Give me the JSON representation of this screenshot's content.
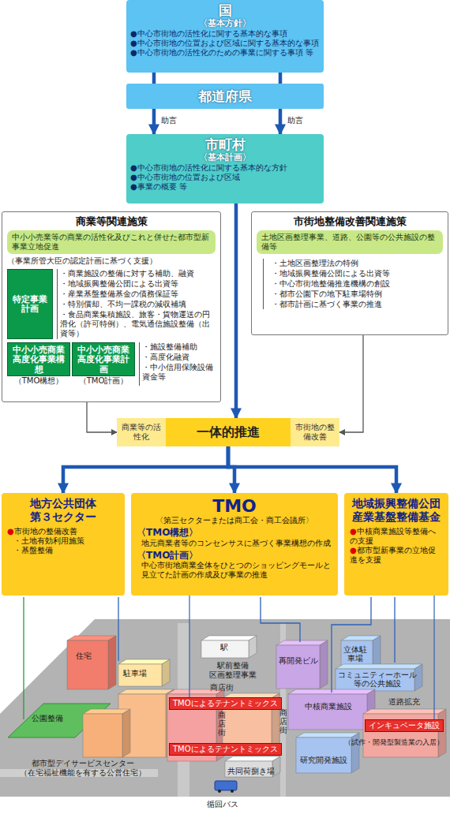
{
  "diagram": {
    "nodes": [
      {
        "text": [
          "国",
          "〈基本方針〉",
          "●中心市街地の活性化に関する基本的な事項",
          "●中心市街地の位置および区域に関する基本的な事項",
          "●中心市街地の活性化のための事業に関する事項 等"
        ]
      },
      {
        "text": [
          "都道府県"
        ]
      },
      {
        "text": [
          "市町村",
          "〈基本計画〉",
          "●中心市街地の活性化に関する基本的な方針",
          "●中心市街地の位置および区域",
          "●事業の概要 等"
        ]
      },
      {
        "text": [
          "商業等関連施策",
          "（事業所管大臣の認定計画に基づく支援）",
          "・商業施設の整備に対する補助、融資",
          "・地域振興整備公団による出資等",
          "・産業基盤整備基金の債務保証等",
          "・特別償却、不均一課税の減収補填",
          "・食品商業集積施設、旅客・貨物運送の円滑化（許可特例）、電気通信施設整備（出資等）",
          "・施設整備補助",
          "・高度化融資",
          "・中小信用保険設備資金等"
        ]
      },
      {
        "text": [
          "中小小売業等の商業の活性化及びこれと併せた都市型新事業立地促進"
        ],
        "in": 3
      },
      {
        "text": [
          "特定事業計画"
        ],
        "in": 3
      },
      {
        "text": [
          "中小小売商業高度化事業構想",
          "（TMO構想）"
        ],
        "in": 3
      },
      {
        "text": [
          "中小小売商業高度化事業計画",
          "（TMO計画）"
        ],
        "in": 3
      },
      {
        "text": [
          "市街地整備改善関連施策",
          "・土地区画整理法の特例",
          "・地域振興整備公団による出資等",
          "・中心市街地整備推進機構の創設",
          "・都市公園下の地下駐車場特例",
          "・都市計画に基づく事業の推進"
        ]
      },
      {
        "text": [
          "土地区画整理事業、道路、公園等の公共施設の整備等"
        ],
        "in": 8
      },
      {
        "text": [
          "商業等の活性化",
          "一体的推進",
          "市街地の整備改善"
        ]
      },
      {
        "text": [
          "地方公共団体 第３セクター",
          "●市街地の整備改善",
          "・土地有効利用施策",
          "・基盤整備"
        ]
      },
      {
        "text": [
          "TMO",
          "〈第三セクターまたは商工会・商工会議所〉",
          "〈TMO構想〉",
          "地元商業者等のコンセンサスに基づく事業構想の作成",
          "〈TMO計画〉",
          "中心市街地商業全体をひとつのショッピングモールと見立てた計画の作成及び事業の推進"
        ]
      },
      {
        "text": [
          "地域振興整備公団 産業基盤整備基金",
          "●中核商業施設等整備への支援",
          "●都市型新事業の立地促進を支援"
        ]
      },
      {
        "text": [
          "TMOによるテナントミックス"
        ]
      },
      {
        "text": [
          "TMOによるテナントミックス"
        ]
      },
      {
        "text": [
          "インキュベータ施設"
        ]
      }
    ],
    "edges": [
      {
        "from": 0,
        "to": 1,
        "arrow": "none"
      },
      {
        "from": 0,
        "to": 1,
        "arrow": "none"
      },
      {
        "from": 1,
        "to": 2,
        "label": "助言",
        "arrow": "to"
      },
      {
        "from": 1,
        "to": 2,
        "label": "助言",
        "arrow": "to"
      },
      {
        "from": 2,
        "to": 10,
        "arrow": "to"
      },
      {
        "from": 3,
        "to": 10,
        "arrow": "to"
      },
      {
        "from": 8,
        "to": 10,
        "arrow": "to"
      },
      {
        "from": 10,
        "to": 11,
        "arrow": "to"
      },
      {
        "from": 10,
        "to": 12,
        "arrow": "to"
      },
      {
        "from": 10,
        "to": 13,
        "arrow": "to"
      },
      {
        "from": 12,
        "to": 14,
        "arrow": "none"
      },
      {
        "from": 13,
        "to": 16,
        "arrow": "none"
      }
    ],
    "labels": [
      "住宅",
      "駐車場",
      "駅",
      "駅前整備 区画整理事業",
      "商店街",
      "再開発ビル",
      "立体駐車場",
      "コミュニティーホール等の公共施設",
      "商店街",
      "商店街",
      "中核商業施設",
      "道路拡充",
      "（試作・開発型製造業の入居）",
      "研究開発施設",
      "公園整備",
      "都市型デイサービスセンター （在宅福祉機能を有する公営住宅）",
      "共同荷捌き場",
      "循回バス"
    ]
  }
}
